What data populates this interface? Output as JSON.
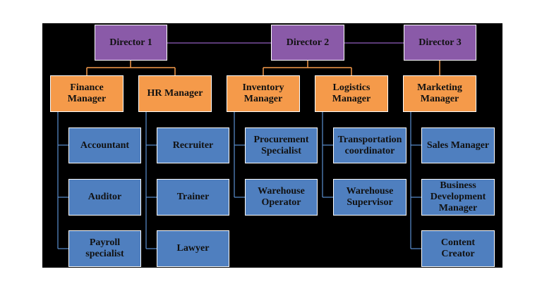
{
  "colors": {
    "background": "#000000",
    "director": "#8a5aa8",
    "manager": "#f59a4a",
    "staff": "#4f7fbf",
    "director_link": "#7b4fa0",
    "manager_link": "#f59a4a",
    "staff_link": "#5b8fd0"
  },
  "directors": [
    "Director 1",
    "Director 2",
    "Director 3"
  ],
  "managers": {
    "finance": "Finance Manager",
    "hr": "HR Manager",
    "inventory": "Inventory Manager",
    "logistics": "Logistics Manager",
    "marketing": "Marketing Manager"
  },
  "staff": {
    "finance": [
      "Accountant",
      "Auditor",
      "Payroll specialist"
    ],
    "hr": [
      "Recruiter",
      "Trainer",
      "Lawyer"
    ],
    "inventory": [
      "Procurement Specialist",
      "Warehouse Operator"
    ],
    "logistics": [
      "Transportation coordinator",
      "Warehouse Supervisor"
    ],
    "marketing": [
      "Sales Manager",
      "Business Development Manager",
      "Content Creator"
    ]
  }
}
